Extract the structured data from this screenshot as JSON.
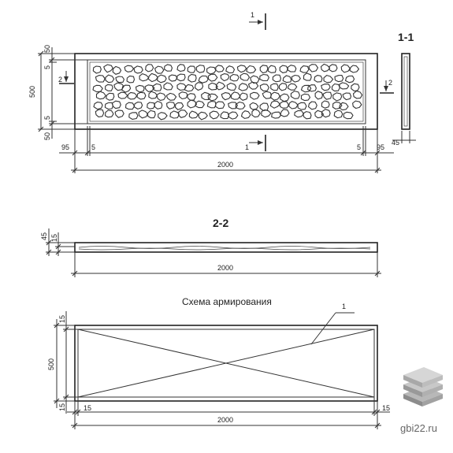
{
  "elevation": {
    "section_mark_top": "1",
    "section_mark_bottom": "1",
    "side_mark_left": "2",
    "side_mark_right": "2",
    "section_1_1_label": "1-1",
    "dim_height": "500",
    "dim_top_margin": "50",
    "dim_top_gap": "5",
    "dim_bottom_gap": "5",
    "dim_bottom_margin": "50",
    "dim_left_margin": "95",
    "dim_left_gap": "5",
    "dim_right_gap": "5",
    "dim_right_margin": "95",
    "dim_section_thickness": "45",
    "dim_length": "2000"
  },
  "section_2_2": {
    "label": "2-2",
    "dim_thickness": "45",
    "dim_inner": "15",
    "dim_length": "2000"
  },
  "reinforcement": {
    "title": "Схема армирования",
    "callout": "1",
    "dim_height": "500",
    "dim_top_cover": "15",
    "dim_bottom_cover": "15",
    "dim_left_cover": "15",
    "dim_right_cover": "15",
    "dim_length": "2000"
  },
  "watermark": {
    "text": "gbi22.ru"
  }
}
